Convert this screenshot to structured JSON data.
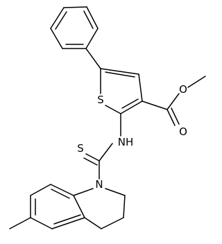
{
  "molecule": {
    "atoms": {
      "sulfur_ring": "S",
      "sulfur_thioamide": "S",
      "oxygen_carbonyl": "O",
      "oxygen_ester": "O",
      "nitrogen_nh": "NH",
      "nitrogen_ring": "N"
    }
  },
  "colors": {
    "bond": "#000000",
    "background": "#ffffff"
  }
}
